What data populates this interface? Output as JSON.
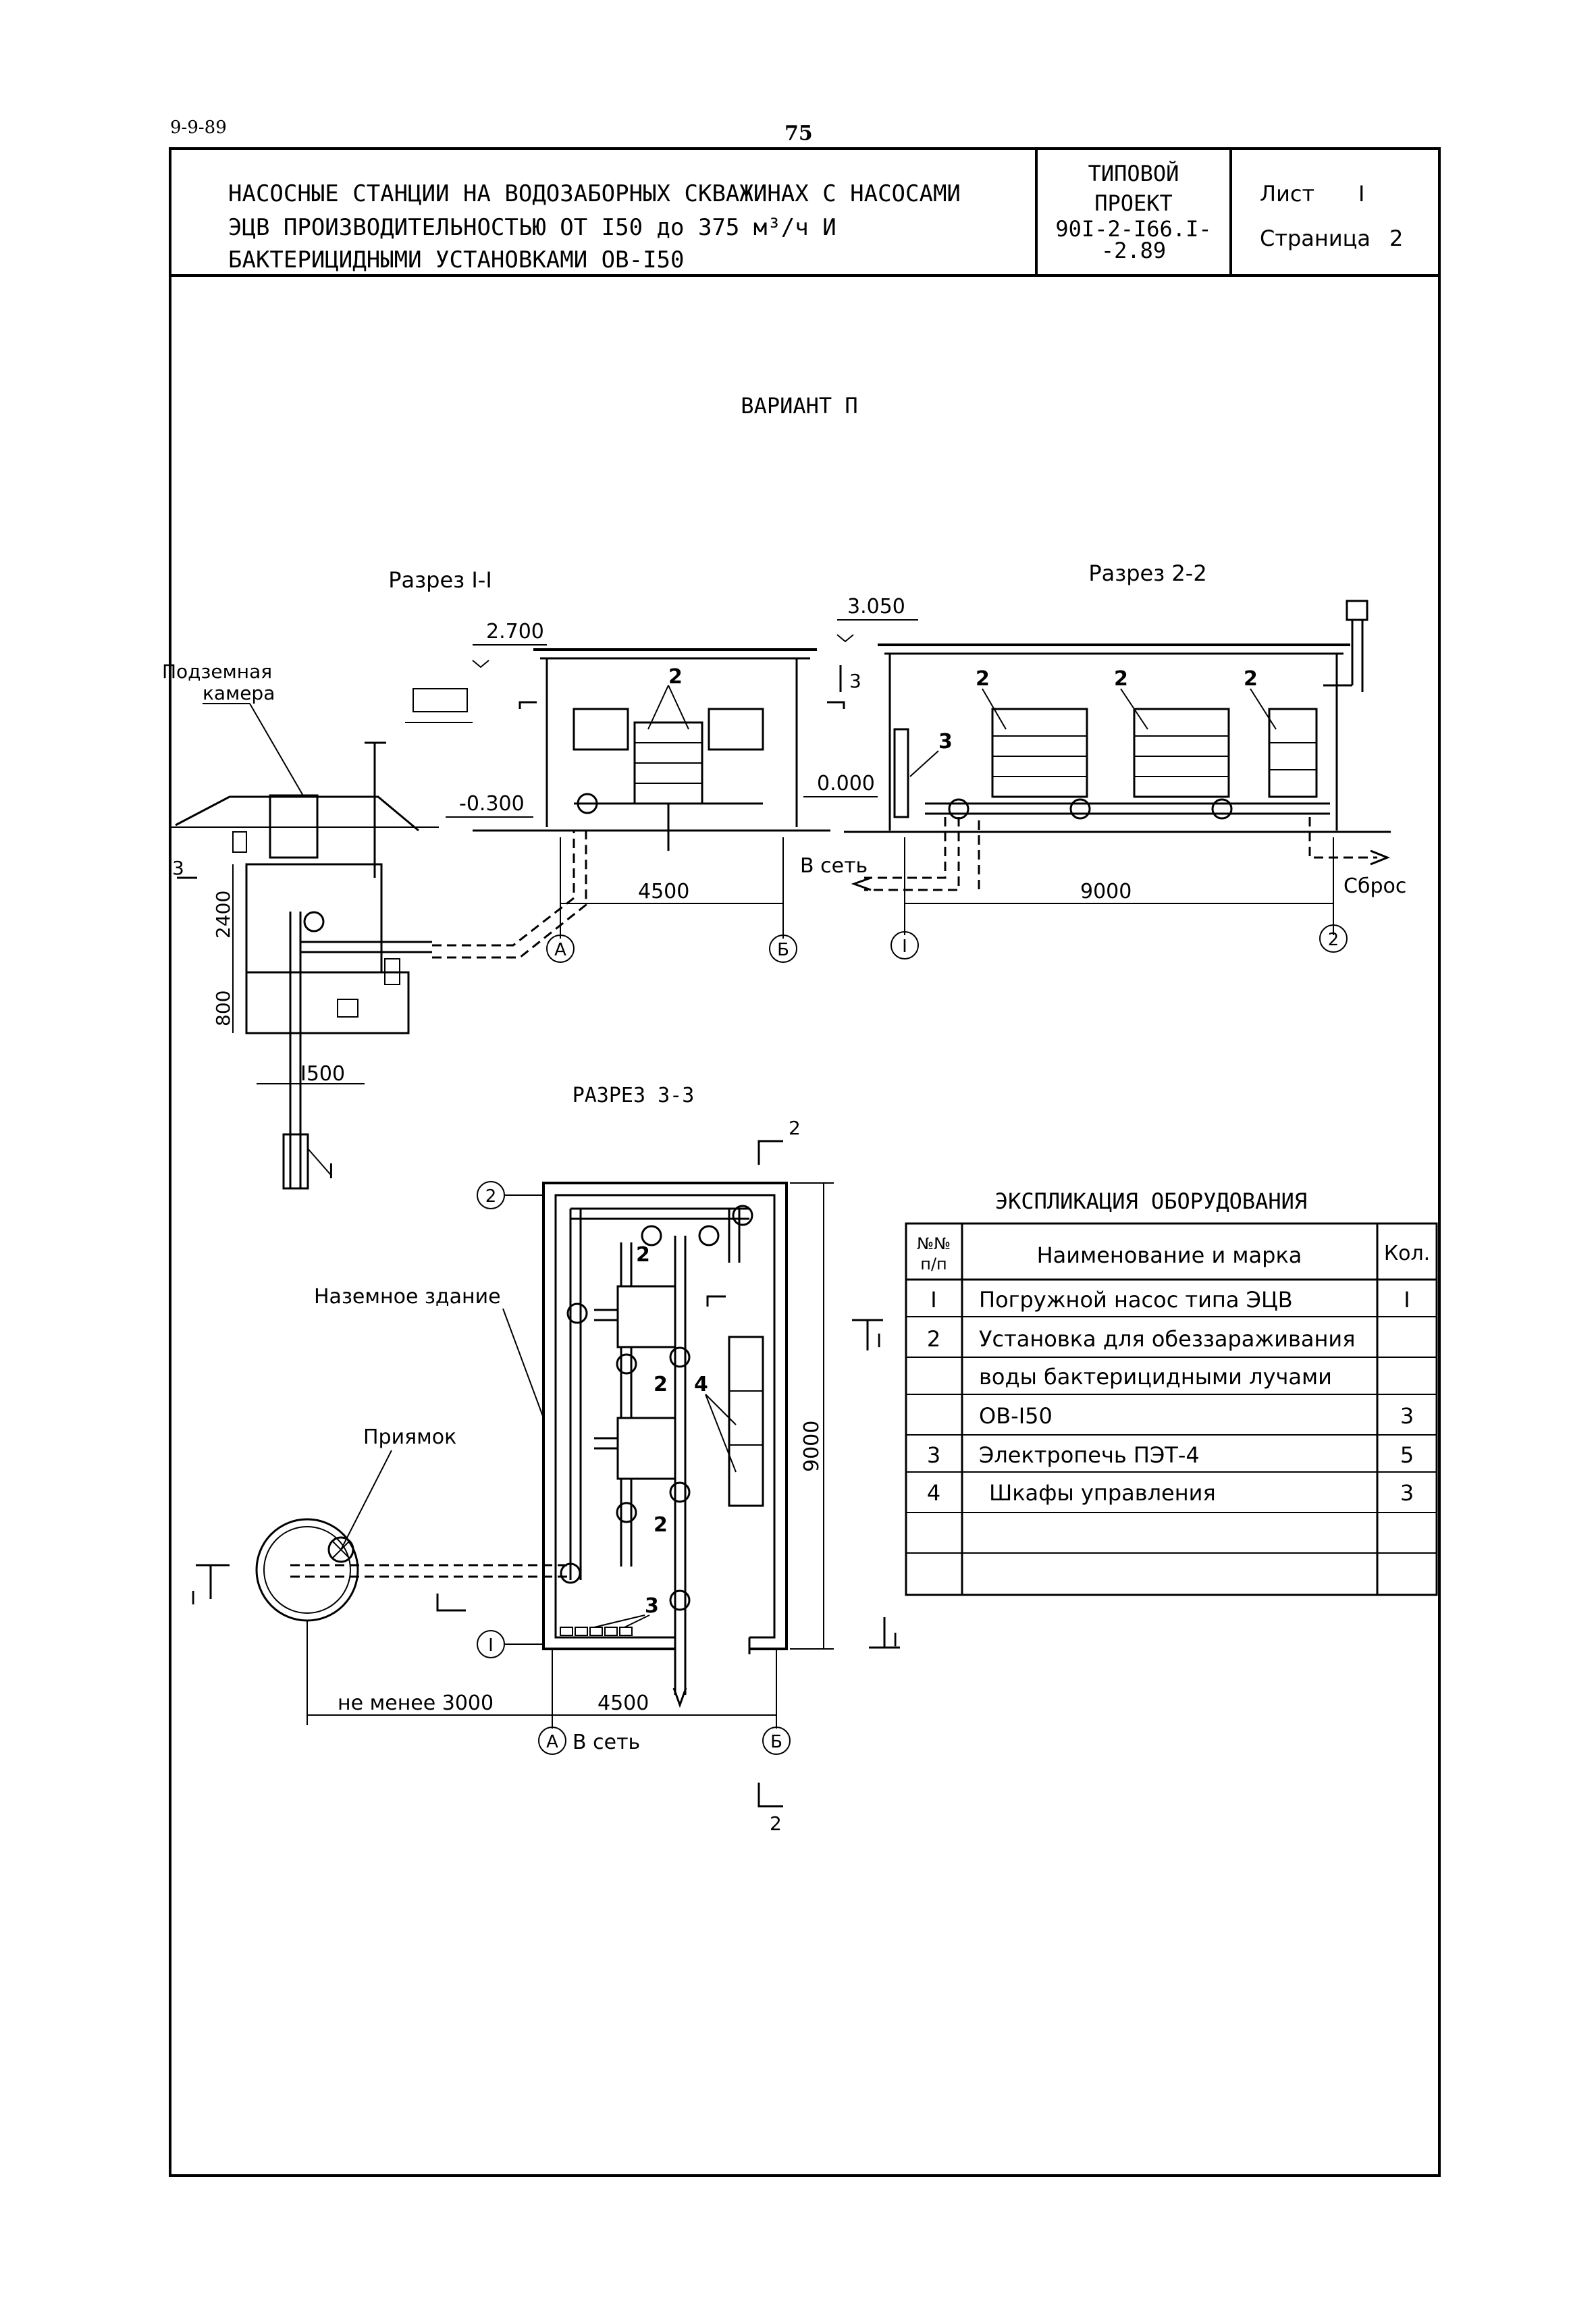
{
  "header": {
    "code": "9-9-89",
    "page_number": "75",
    "title_line1": "НАСОСНЫЕ СТАНЦИИ НА ВОДОЗАБОРНЫХ СКВАЖИНАХ С НАСОСАМИ",
    "title_line2": "ЭЦВ ПРОИЗВОДИТЕЛЬНОСТЬЮ ОТ I50 до 375 м³/ч И",
    "title_line3": "БАКТЕРИЦИДНЫМИ УСТАНОВКАМИ ОВ-I50",
    "project_line1": "ТИПОВОЙ",
    "project_line2": "ПРОЕКТ",
    "project_line3": "90I-2-I66.I-",
    "project_line4": "-2.89",
    "sheet_label": "Лист",
    "sheet_value": "I",
    "page_label": "Страница",
    "page_value": "2"
  },
  "variant": "ВАРИАНТ П",
  "section1": {
    "title": "Разрез I-I",
    "underground_label_1": "Подземная",
    "underground_label_2": "камера",
    "level_roof": "2.700",
    "level_ground": "-0.300",
    "dim_depth": "2400",
    "dim_bottom": "800",
    "dim_width": "I500",
    "dim_building": "4500",
    "callout_2": "2",
    "callout_3": "3",
    "callout_1": "I",
    "axis_a": "А",
    "axis_b": "Б"
  },
  "section2": {
    "title": "Разрез 2-2",
    "level_roof": "3.050",
    "level_floor": "0.000",
    "dim_length": "9000",
    "to_network": "В сеть",
    "discharge": "Сброс",
    "callout_2": "2",
    "callout_3": "3",
    "axis_1": "I",
    "axis_2": "2"
  },
  "section3": {
    "title": "РАЗРЕЗ 3-3",
    "ground_building": "Наземное здание",
    "pit": "Приямок",
    "min_distance": "не менее 3000",
    "dim_width": "4500",
    "dim_length": "9000",
    "to_network": "В сеть",
    "callout_2": "2",
    "callout_3": "3",
    "callout_4": "4",
    "axis_1": "I",
    "axis_2": "2",
    "axis_a": "А",
    "axis_b": "Б",
    "cut_1": "I",
    "cut_2": "2"
  },
  "explication": {
    "title": "ЭКСПЛИКАЦИЯ ОБОРУДОВАНИЯ",
    "col_num_1": "№№",
    "col_num_2": "п/п",
    "col_name": "Наименование и марка",
    "col_qty": "Кол.",
    "rows": [
      {
        "num": "I",
        "name": "Погружной насос типа ЭЦВ",
        "qty": "I"
      },
      {
        "num": "2",
        "name": "Установка для обеззараживания",
        "qty": ""
      },
      {
        "num": "",
        "name": "воды бактерицидными лучами",
        "qty": ""
      },
      {
        "num": "",
        "name": "ОВ-I50",
        "qty": "3"
      },
      {
        "num": "3",
        "name": "Электропечь ПЭТ-4",
        "qty": "5"
      },
      {
        "num": "4",
        "name": "Шкафы управления",
        "qty": "3"
      },
      {
        "num": "",
        "name": "",
        "qty": ""
      },
      {
        "num": "",
        "name": "",
        "qty": ""
      }
    ]
  }
}
